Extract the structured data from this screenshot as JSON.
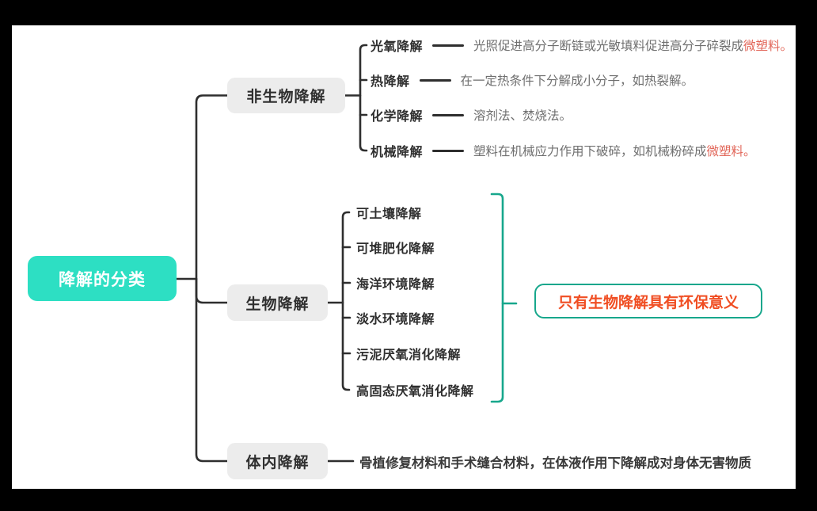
{
  "root": {
    "label": "降解的分类"
  },
  "branches": [
    {
      "label": "非生物降解",
      "children": [
        {
          "label": "光氧降解",
          "desc": "光照促进高分子断链或光敏填料促进高分子碎裂成",
          "highlight": "微塑料。"
        },
        {
          "label": "热降解",
          "desc": "在一定热条件下分解成小分子，如热裂解。",
          "highlight": ""
        },
        {
          "label": "化学降解",
          "desc": "溶剂法、焚烧法。",
          "highlight": ""
        },
        {
          "label": "机械降解",
          "desc": "塑料在机械应力作用下破碎，如机械粉碎成",
          "highlight": "微塑料。"
        }
      ]
    },
    {
      "label": "生物降解",
      "children": [
        {
          "label": "可土壤降解"
        },
        {
          "label": "可堆肥化降解"
        },
        {
          "label": "海洋环境降解"
        },
        {
          "label": "淡水环境降解"
        },
        {
          "label": "污泥厌氧消化降解"
        },
        {
          "label": "高固态厌氧消化降解"
        }
      ],
      "note": "只有生物降解具有环保意义"
    },
    {
      "label": "体内降解",
      "desc": "骨植修复材料和手术缝合材料，在体液作用下降解成对身体无害物质"
    }
  ],
  "colors": {
    "root_fill": "#2ddfc3",
    "root_text": "#ffffff",
    "branch_fill": "#ececec",
    "line": "#2e2e2e",
    "leaf_text": "#2f2f2f",
    "description_text": "#6f6f6f",
    "highlight_text": "#e2675a",
    "note_border": "#17a78c",
    "note_text": "#f04e23",
    "frame": "#000000",
    "canvas": "#ffffff"
  }
}
